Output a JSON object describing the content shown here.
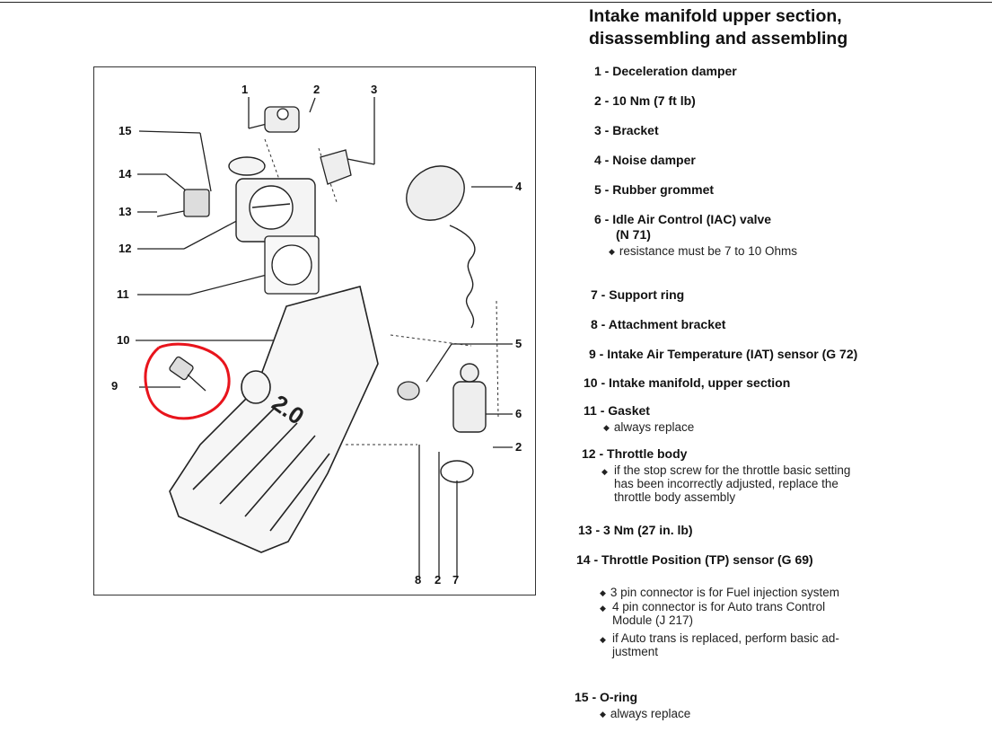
{
  "document": {
    "title": "Intake manifold upper section,\ndisassembling and assembling"
  },
  "diagram": {
    "callouts": {
      "c1": "1",
      "c2top": "2",
      "c3": "3",
      "c4": "4",
      "c5": "5",
      "c6": "6",
      "c2right": "2",
      "c7": "7",
      "c2bottom": "2",
      "c8": "8",
      "c9": "9",
      "c10": "10",
      "c11": "11",
      "c12": "12",
      "c13": "13",
      "c14": "14",
      "c15": "15"
    },
    "manifold_badge": "2.0",
    "highlight_color": "#e8141c"
  },
  "legend": {
    "i1": {
      "num": "1 - ",
      "label": "Deceleration damper"
    },
    "i2": {
      "num": "2 - ",
      "label": "10 Nm  (7 ft lb)"
    },
    "i3": {
      "num": "3 - ",
      "label": "Bracket"
    },
    "i4": {
      "num": "4 - ",
      "label": "Noise damper"
    },
    "i5": {
      "num": "5 - ",
      "label": "Rubber grommet"
    },
    "i6": {
      "num": "6 - ",
      "label": "Idle Air Control (IAC) valve"
    },
    "i6b": "(N 71)",
    "i6n1": "resistance must be 7 to 10 Ohms",
    "i7": {
      "num": "7 - ",
      "label": "Support ring"
    },
    "i8": {
      "num": "8 - ",
      "label": "Attachment bracket"
    },
    "i9": {
      "num": "9 - ",
      "label": "Intake Air Temperature (IAT) sensor (G 72)"
    },
    "i10": {
      "num": "10 - ",
      "label": "Intake manifold, upper section"
    },
    "i11": {
      "num": "11 - ",
      "label": "Gasket"
    },
    "i11n1": "always replace",
    "i12": {
      "num": "12 - ",
      "label": "Throttle body"
    },
    "i12n1": "if the stop screw for the throttle basic setting\nhas been incorrectly adjusted, replace the\nthrottle body assembly",
    "i13": {
      "num": "13 - ",
      "label": "3 Nm  (27 in. lb)"
    },
    "i14": {
      "num": "14 - ",
      "label": "Throttle Position (TP) sensor (G 69)"
    },
    "i14n1": "3 pin connector is for Fuel injection system",
    "i14n2": "4 pin connector is for Auto trans Control\nModule (J 217)",
    "i14n3": "if Auto trans is replaced, perform basic ad-\njustment",
    "i15": {
      "num": "15 - ",
      "label": "O-ring"
    },
    "i15n1": "always replace"
  }
}
